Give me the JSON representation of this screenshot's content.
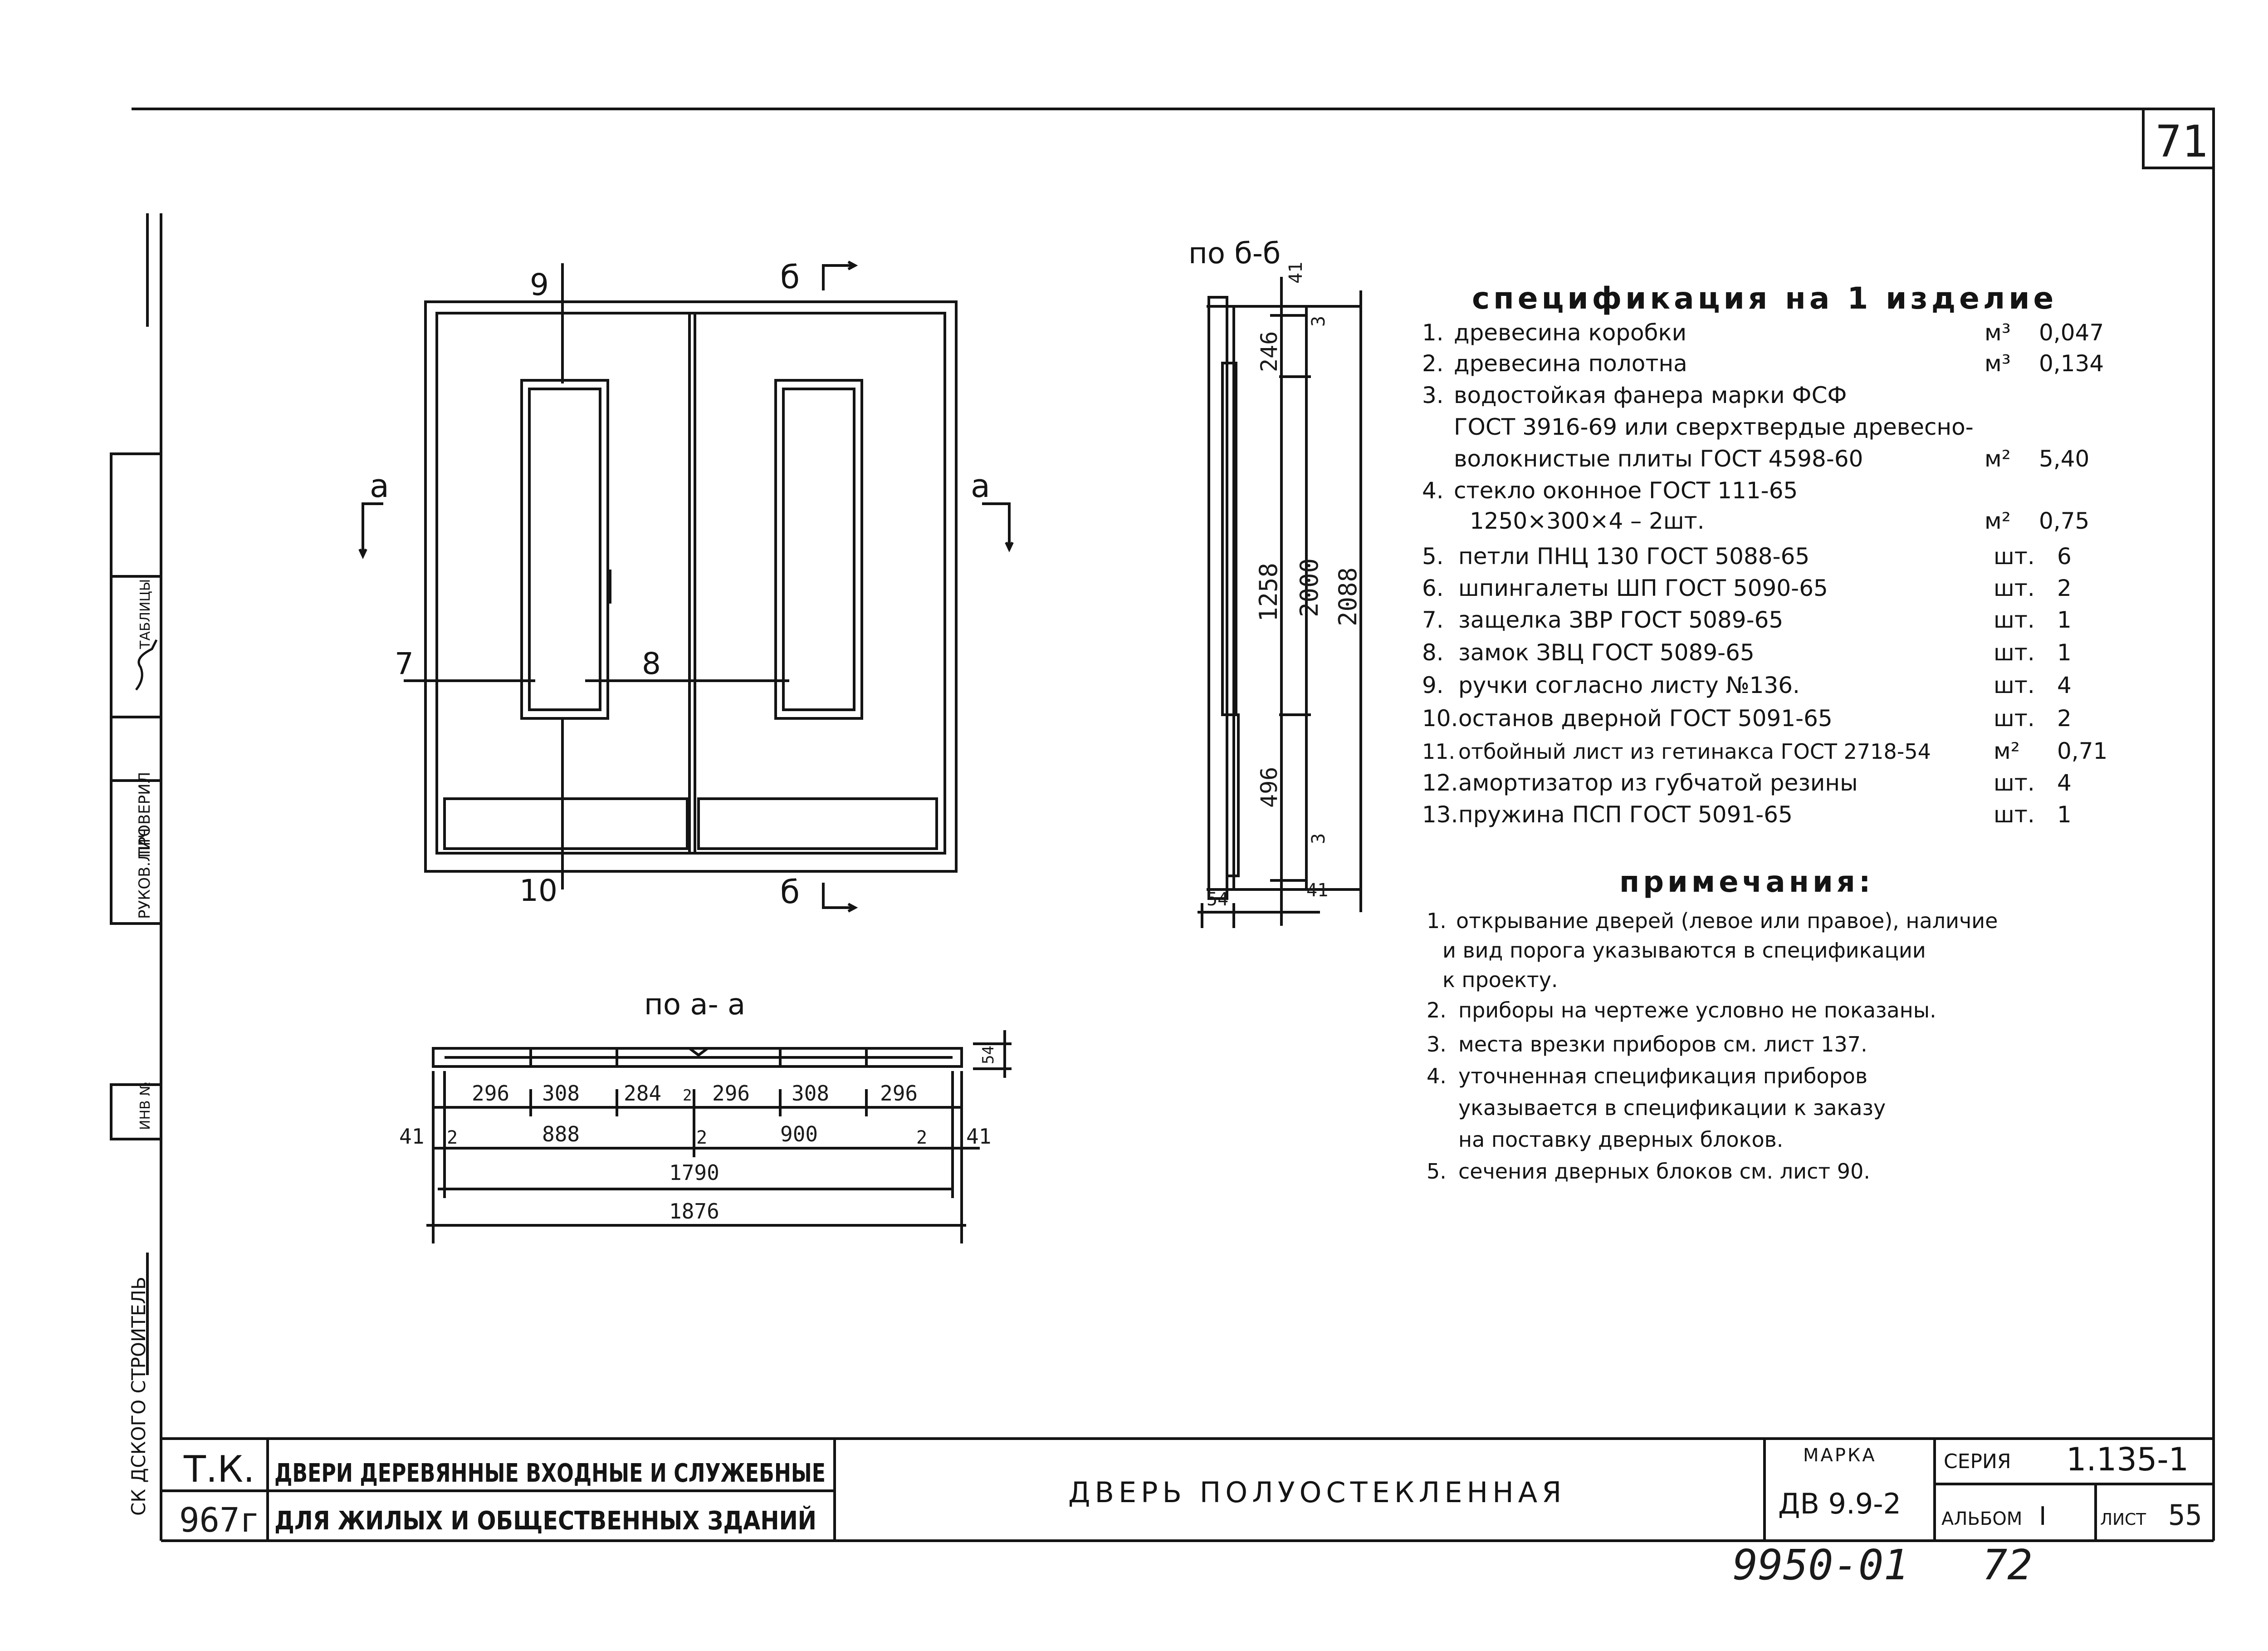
{
  "sheet": {
    "corner_number": "71",
    "bottom_code": "9950-01",
    "bottom_page": "72"
  },
  "view_front": {
    "callouts": {
      "c9": "9",
      "c7": "7",
      "c8": "8",
      "c10": "10",
      "sect_b_top": "б",
      "sect_b_bottom": "б",
      "sect_a_left": "а",
      "sect_a_right": "а"
    }
  },
  "section_b": {
    "title": "по б-б",
    "dims": {
      "d41_top": "41",
      "d3_top": "3",
      "d246": "246",
      "d1258": "1258",
      "d2000": "2000",
      "d2088": "2088",
      "d496": "496",
      "d3_bot": "3",
      "d41_bot": "41",
      "d54": "54"
    }
  },
  "section_a": {
    "title": "по а- а",
    "row1": [
      "296",
      "308",
      "284",
      "2",
      "296",
      "308",
      "296"
    ],
    "row2": {
      "left41": "41",
      "l2": "2",
      "w888": "888",
      "m2": "2",
      "w900": "900",
      "r2": "2",
      "right41": "41"
    },
    "total_inner": "1790",
    "total_outer": "1876",
    "thickness": "54"
  },
  "specification": {
    "title": "спецификация на 1 изделие",
    "items": [
      {
        "num": "1.",
        "text": "древесина коробки",
        "unit": "м³",
        "qty": "0,047"
      },
      {
        "num": "2.",
        "text": "древесина полотна",
        "unit": "м³",
        "qty": "0,134"
      },
      {
        "num": "3.",
        "text": "водостойкая фанера марки ФСФ",
        "unit": "",
        "qty": ""
      },
      {
        "num": "",
        "text": "ГОСТ 3916-69 или сверхтвердые древесно-",
        "unit": "",
        "qty": ""
      },
      {
        "num": "",
        "text": "волокнистые плиты ГОСТ 4598-60",
        "unit": "м²",
        "qty": "5,40"
      },
      {
        "num": "4.",
        "text": "стекло оконное ГОСТ 111-65",
        "unit": "",
        "qty": ""
      },
      {
        "num": "",
        "text": "1250×300×4 – 2шт.",
        "unit": "м²",
        "qty": "0,75"
      },
      {
        "num": "5.",
        "text": "петли ПНЦ 130 ГОСТ 5088-65",
        "unit": "шт.",
        "qty": "6"
      },
      {
        "num": "6.",
        "text": "шпингалеты ШП ГОСТ 5090-65",
        "unit": "шт.",
        "qty": "2"
      },
      {
        "num": "7.",
        "text": "защелка ЗВР ГОСТ 5089-65",
        "unit": "шт.",
        "qty": "1"
      },
      {
        "num": "8.",
        "text": "замок ЗВЦ ГОСТ 5089-65",
        "unit": "шт.",
        "qty": "1"
      },
      {
        "num": "9.",
        "text": "ручки согласно листу №136.",
        "unit": "шт.",
        "qty": "4"
      },
      {
        "num": "10.",
        "text": "останов дверной ГОСТ 5091-65",
        "unit": "шт.",
        "qty": "2"
      },
      {
        "num": "11.",
        "text": "отбойный лист из гетинакса ГОСТ 2718-54",
        "unit": "м²",
        "qty": "0,71"
      },
      {
        "num": "12.",
        "text": "амортизатор из губчатой резины",
        "unit": "шт.",
        "qty": "4"
      },
      {
        "num": "13.",
        "text": "пружина ПСП ГОСТ 5091-65",
        "unit": "шт.",
        "qty": "1"
      }
    ]
  },
  "notes": {
    "title": "примечания:",
    "lines": [
      {
        "num": "1.",
        "text": "открывание дверей (левое или правое), наличие"
      },
      {
        "num": "",
        "text": "и вид порога указываются в спецификации"
      },
      {
        "num": "",
        "text": "к проекту."
      },
      {
        "num": "2.",
        "text": "приборы на чертеже условно не показаны."
      },
      {
        "num": "3.",
        "text": "места врезки приборов см. лист 137."
      },
      {
        "num": "4.",
        "text": "уточненная спецификация приборов"
      },
      {
        "num": "",
        "text": "указывается в спецификации к заказу"
      },
      {
        "num": "",
        "text": "на поставку дверных блоков."
      },
      {
        "num": "5.",
        "text": "сечения дверных блоков см. лист 90."
      }
    ]
  },
  "title_block": {
    "tk": "Т.К.",
    "year": "967г",
    "subject_line1": "ДВЕРИ ДЕРЕВЯННЫЕ ВХОДНЫЕ И СЛУЖЕБНЫЕ",
    "subject_line2": "ДЛЯ ЖИЛЫХ И ОБЩЕСТВЕННЫХ ЗДАНИЙ",
    "name": "ДВЕРЬ ПОЛУОСТЕКЛЕННАЯ",
    "marka_label": "МАРКА",
    "marka_value": "ДВ 9.9-2",
    "seria_label": "СЕРИЯ",
    "seria_value": "1.135-1",
    "album_label": "АЛЬБОМ",
    "album_value": "I",
    "list_label": "ЛИСТ",
    "list_value": "55"
  },
  "left_margin": {
    "stamp_roles": [
      "РУКОВ.ЛИЧ",
      "ПРОВЕРИЛ",
      "",
      "ТАБЛИЦЫ"
    ],
    "inv_label": "ИНВ №",
    "org_text": "СК ДСКОГО СТРОИТЕЛЬ"
  }
}
